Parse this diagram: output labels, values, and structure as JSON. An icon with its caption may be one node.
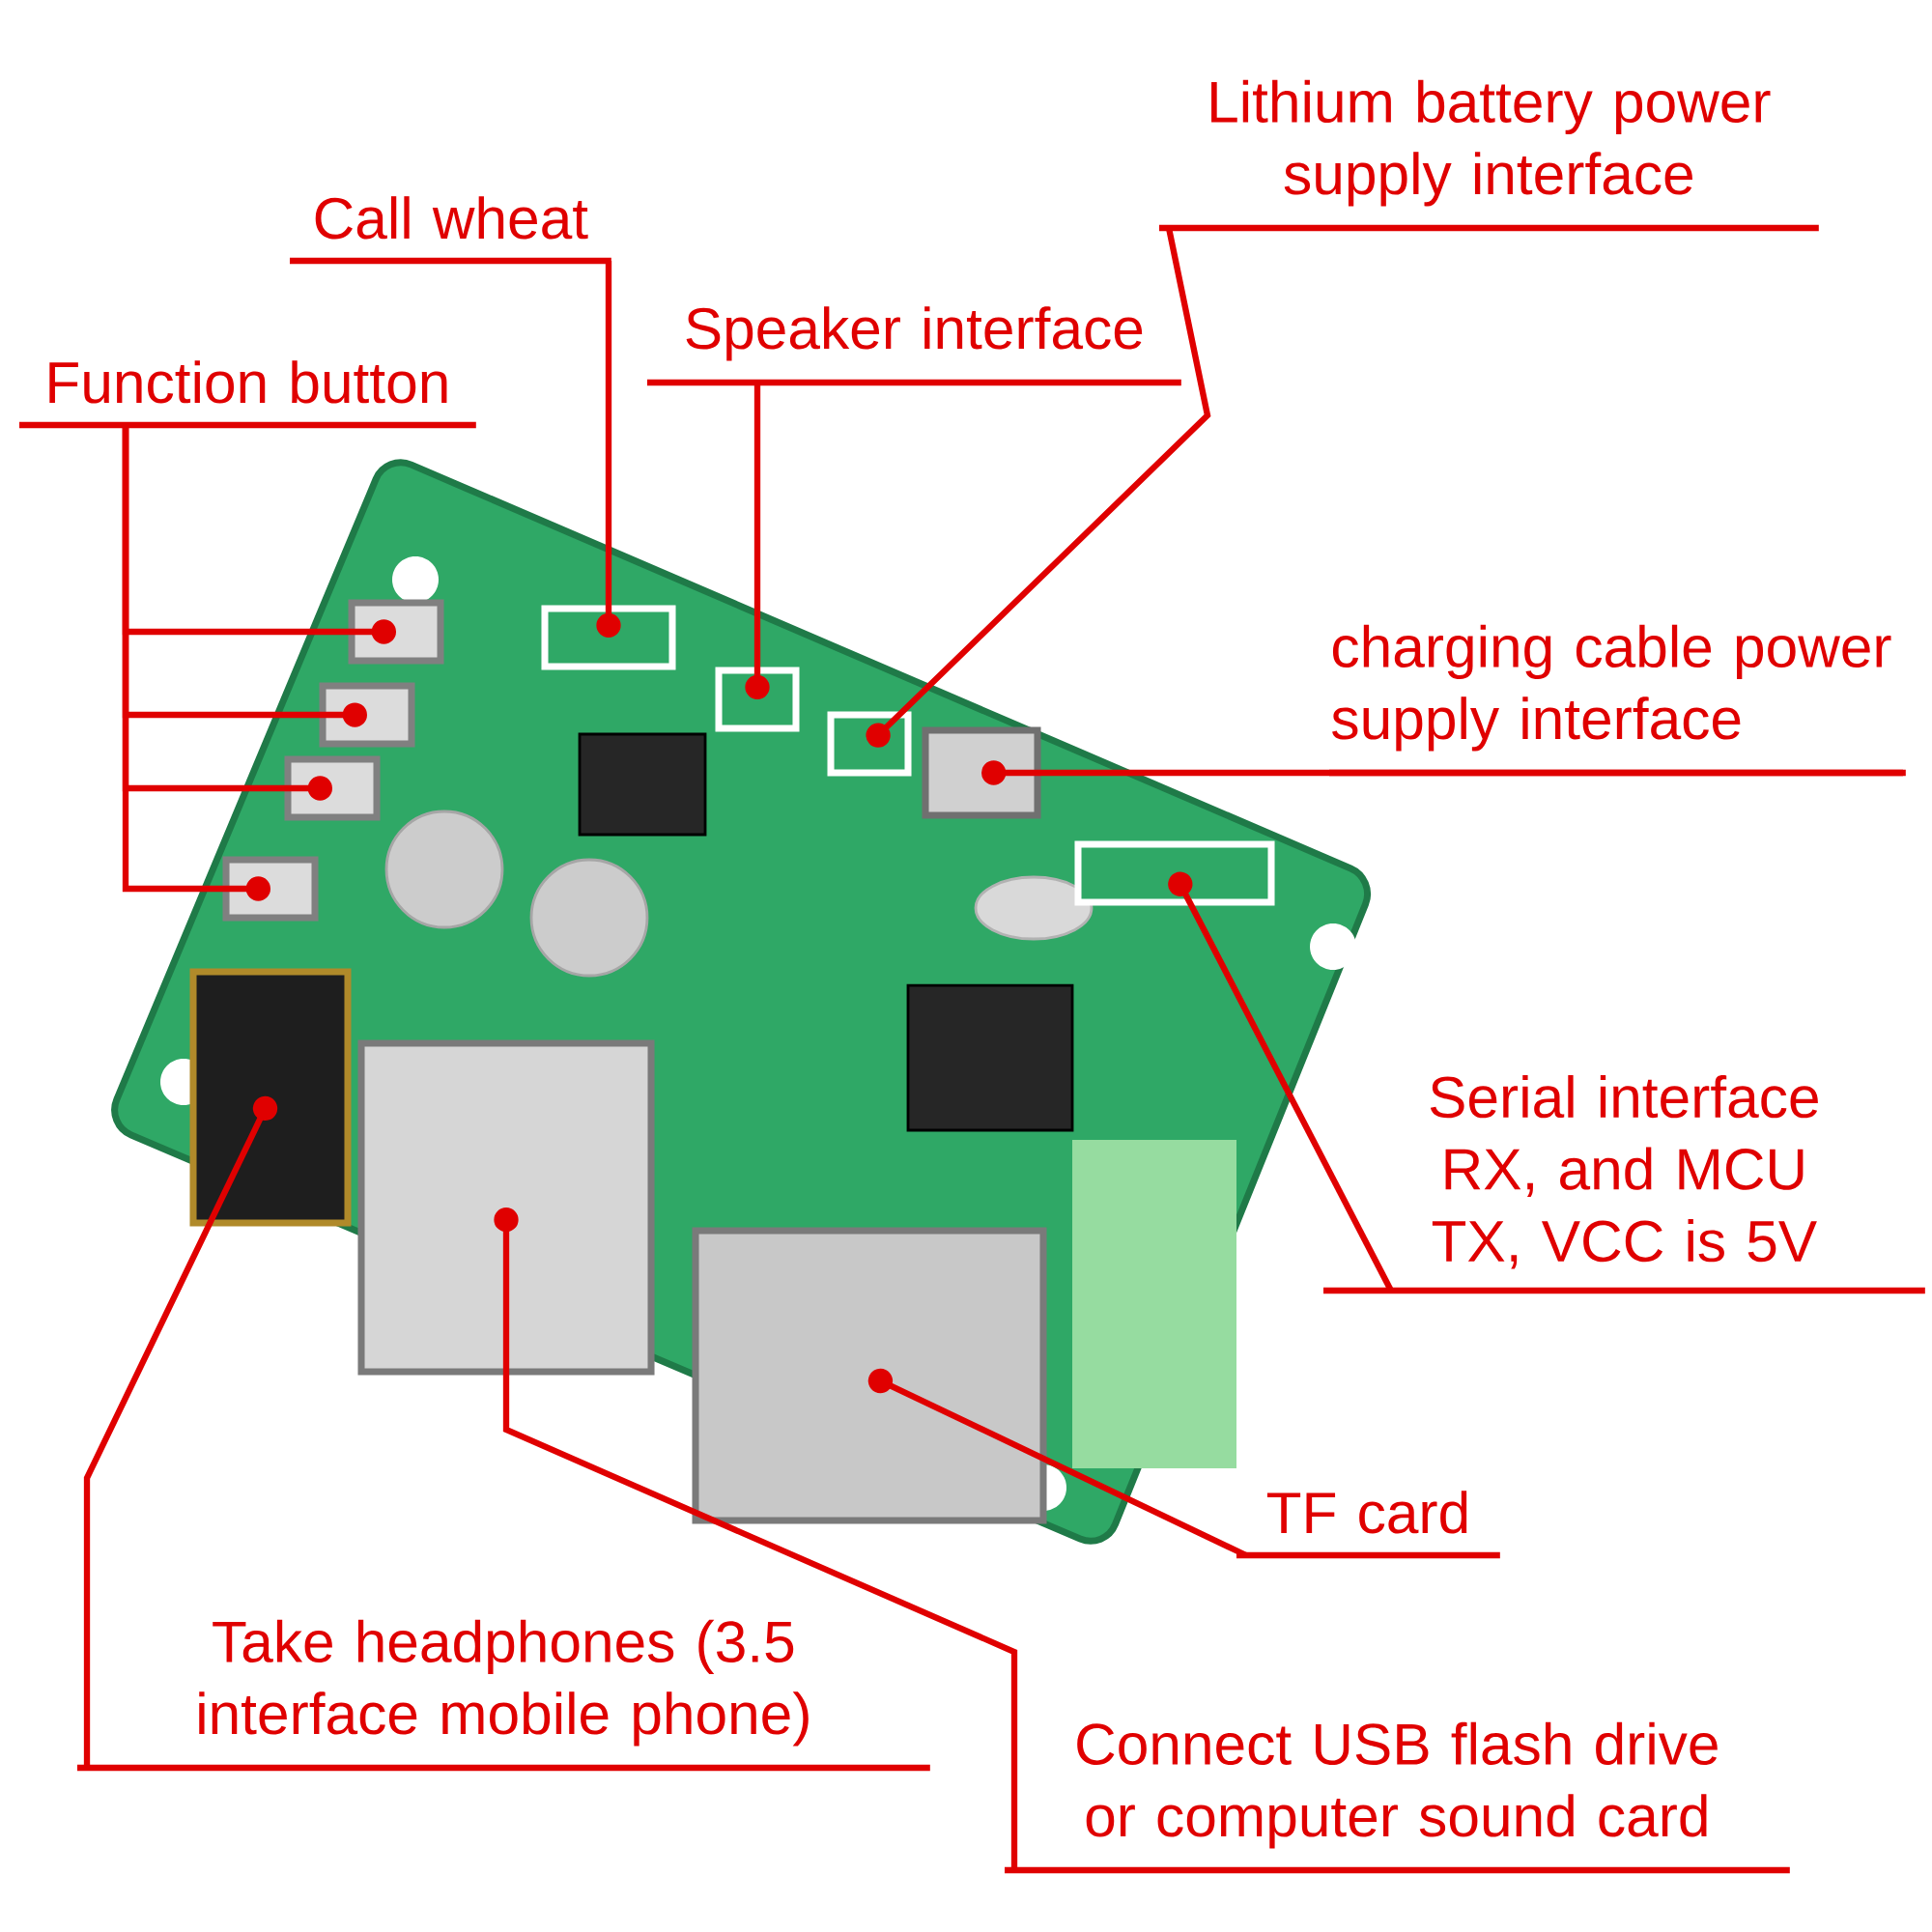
{
  "diagram": {
    "nodes": [
      {
        "text": [
          "Call wheat"
        ]
      },
      {
        "text": [
          "Speaker interface"
        ]
      },
      {
        "text": [
          "Lithium battery power supply interface"
        ]
      },
      {
        "text": [
          "Function button"
        ]
      },
      {
        "text": [
          "charging cable power supply interface"
        ]
      },
      {
        "text": [
          "Serial interface RX, and MCU TX, VCC is 5V"
        ]
      },
      {
        "text": [
          "TF card"
        ]
      },
      {
        "text": [
          "Take headphones (3.5 interface mobile phone)"
        ]
      },
      {
        "text": [
          "Connect USB flash drive or computer sound card"
        ]
      },
      {
        "text": [],
        "shape": "picture"
      },
      {
        "text": [],
        "shape": "box",
        "in": 9
      },
      {
        "text": [],
        "shape": "box",
        "in": 9
      },
      {
        "text": [],
        "shape": "box",
        "in": 9
      },
      {
        "text": [],
        "shape": "box",
        "in": 9
      },
      {
        "text": [],
        "shape": "box",
        "in": 9
      },
      {
        "text": [],
        "shape": "box",
        "in": 9
      },
      {
        "text": [],
        "shape": "box",
        "in": 9
      },
      {
        "text": [],
        "shape": "box",
        "in": 9
      },
      {
        "text": [],
        "shape": "box",
        "in": 9
      },
      {
        "text": [],
        "shape": "box",
        "in": 9
      },
      {
        "text": [],
        "shape": "box",
        "in": 9
      },
      {
        "text": [],
        "shape": "box",
        "in": 9
      }
    ],
    "edges": [
      {
        "from": 0,
        "to": 10,
        "arrow": "other"
      },
      {
        "from": 1,
        "to": 11,
        "arrow": "other"
      },
      {
        "from": 2,
        "to": 12,
        "arrow": "other"
      },
      {
        "from": 3,
        "to": 13,
        "arrow": "other"
      },
      {
        "from": 3,
        "to": 14,
        "arrow": "other"
      },
      {
        "from": 3,
        "to": 15,
        "arrow": "other"
      },
      {
        "from": 3,
        "to": 16,
        "arrow": "other"
      },
      {
        "from": 4,
        "to": 17,
        "arrow": "other"
      },
      {
        "from": 5,
        "to": 18,
        "arrow": "other"
      },
      {
        "from": 6,
        "to": 19,
        "arrow": "other"
      },
      {
        "from": 7,
        "to": 20,
        "arrow": "other"
      },
      {
        "from": 8,
        "to": 21,
        "arrow": "other"
      }
    ]
  }
}
